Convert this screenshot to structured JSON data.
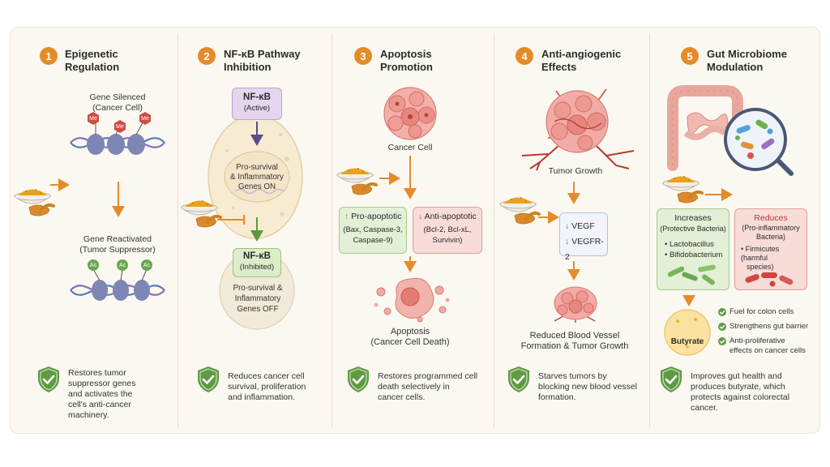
{
  "colors": {
    "accent_orange": "#e58b2a",
    "green": "#5a9a3e",
    "red": "#c9473f",
    "purple": "#7b5aa6",
    "blue": "#3f6fb0",
    "panel_bg": "#fbf8f1"
  },
  "icons": [
    "shield-check-icon",
    "turmeric-bowl-icon",
    "dna-icon",
    "cancer-cell-icon",
    "tumor-icon",
    "intestine-icon",
    "bacteria-icon"
  ],
  "panels": [
    {
      "number": "1",
      "title_line1": "Epigenetic",
      "title_line2": "Regulation",
      "top_label_line1": "Gene Silenced",
      "top_label_line2": "(Cancer Cell)",
      "mark_top": "Me",
      "bottom_label_line1": "Gene Reactivated",
      "bottom_label_line2": "(Tumor Suppressor)",
      "mark_bottom": "Ac",
      "desc_lines": [
        "Restores tumor",
        "suppressor genes",
        "and activates the",
        "cell's anti-cancer",
        "machinery."
      ]
    },
    {
      "number": "2",
      "title_line1": "NF-κB Pathway",
      "title_line2": "Inhibition",
      "active_line1": "NF-κB",
      "active_line2": "(Active)",
      "genes_on_lines": [
        "Pro-survival",
        "& Inflammatory",
        "Genes ON"
      ],
      "inhibited_line1": "NF-κB",
      "inhibited_line2": "(Inhibited)",
      "genes_off_lines": [
        "Pro-survival &",
        "Inflammatory",
        "Genes OFF"
      ],
      "desc_lines": [
        "Reduces cancer cell",
        "survival, proliferation",
        "and inflammation."
      ]
    },
    {
      "number": "3",
      "title_line1": "Apoptosis",
      "title_line2": "Promotion",
      "cell_label": "Cancer Cell",
      "pro_title": "Pro-apoptotic",
      "pro_lines": [
        "(Bax, Caspase-3,",
        "Caspase-9)"
      ],
      "anti_title": "Anti-apoptotic",
      "anti_lines": [
        "(Bcl-2, Bcl-xL,",
        "Survivin)"
      ],
      "death_line1": "Apoptosis",
      "death_line2": "(Cancer Cell Death)",
      "desc_lines": [
        "Restores programmed cell",
        "death selectively in",
        "cancer cells."
      ]
    },
    {
      "number": "4",
      "title_line1": "Anti-angiogenic",
      "title_line2": "Effects",
      "tumor_label": "Tumor Growth",
      "vegf": "VEGF",
      "vegfr": "VEGFR-2",
      "result_line1": "Reduced Blood Vessel",
      "result_line2": "Formation & Tumor Growth",
      "desc_lines": [
        "Starves tumors by",
        "blocking new blood vessel",
        "formation."
      ]
    },
    {
      "number": "5",
      "title_line1": "Gut Microbiome",
      "title_line2": "Modulation",
      "inc_title": "Increases",
      "inc_sub": "(Protective Bacteria)",
      "inc_items": [
        "Lactobacillus",
        "Bifidobacterium"
      ],
      "red_title": "Reduces",
      "red_sub_lines": [
        "(Pro-inflammatory",
        "Bacteria)"
      ],
      "red_item_lines": [
        "Firmicutes (harmful",
        "species)"
      ],
      "butyrate": "Butyrate",
      "benefit1": "Fuel for colon cells",
      "benefit2": "Strengthens gut barrier",
      "benefit3_lines": [
        "Anti-proliferative",
        "effects on cancer cells"
      ],
      "desc_lines": [
        "Improves gut health and",
        "produces butyrate, which",
        "protects against colorectal",
        "cancer."
      ]
    }
  ]
}
